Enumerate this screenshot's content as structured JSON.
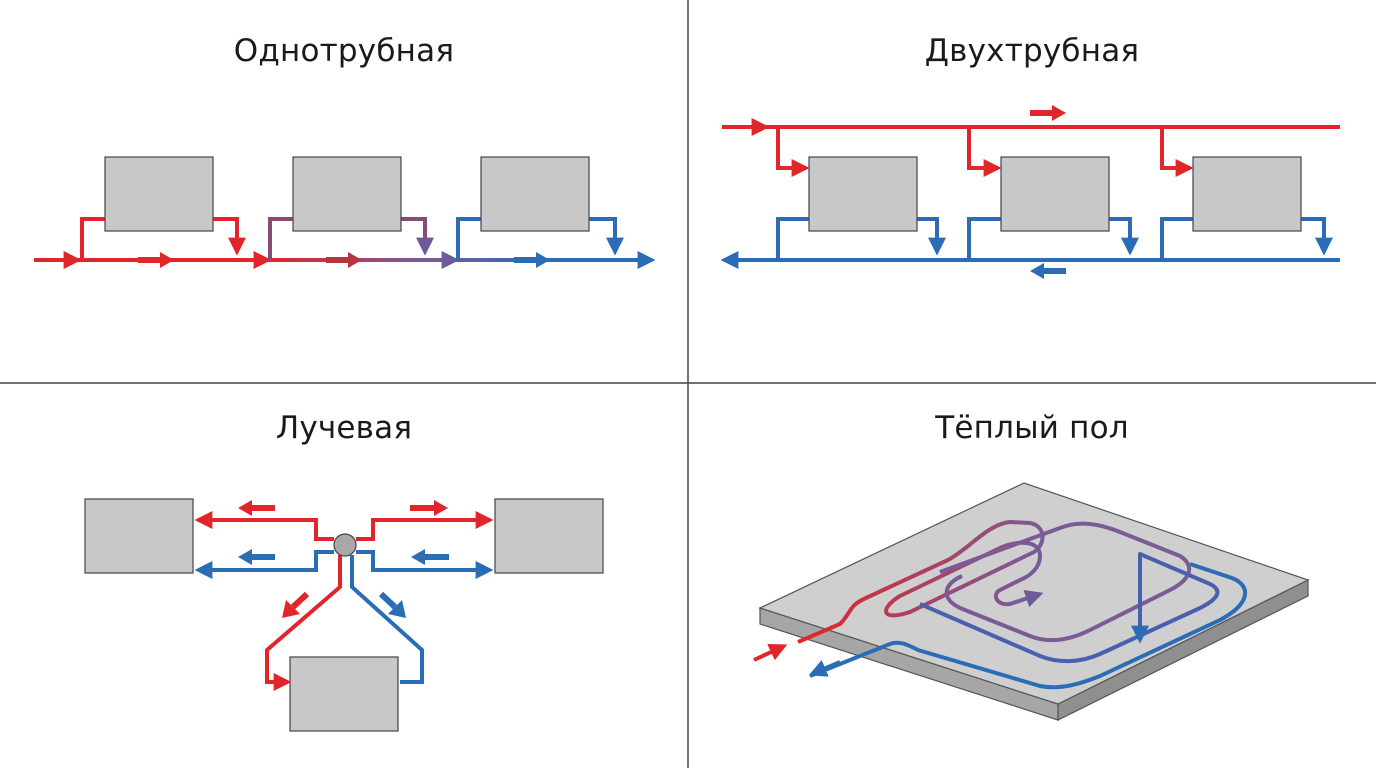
{
  "panels": {
    "single_pipe": {
      "title": "Однотрубная"
    },
    "two_pipe": {
      "title": "Двухтрубная"
    },
    "radial": {
      "title": "Лучевая"
    },
    "floor_heating": {
      "title": "Тёплый пол"
    }
  },
  "colors": {
    "supply": "#e0262b",
    "return": "#2a6db6",
    "mixed": "#7b5a96",
    "radiator_fill": "#c8c8c8",
    "radiator_stroke": "#444444",
    "divider": "#444444",
    "slab_top": "#cfcfcf",
    "slab_side": "#a6a6a6"
  }
}
